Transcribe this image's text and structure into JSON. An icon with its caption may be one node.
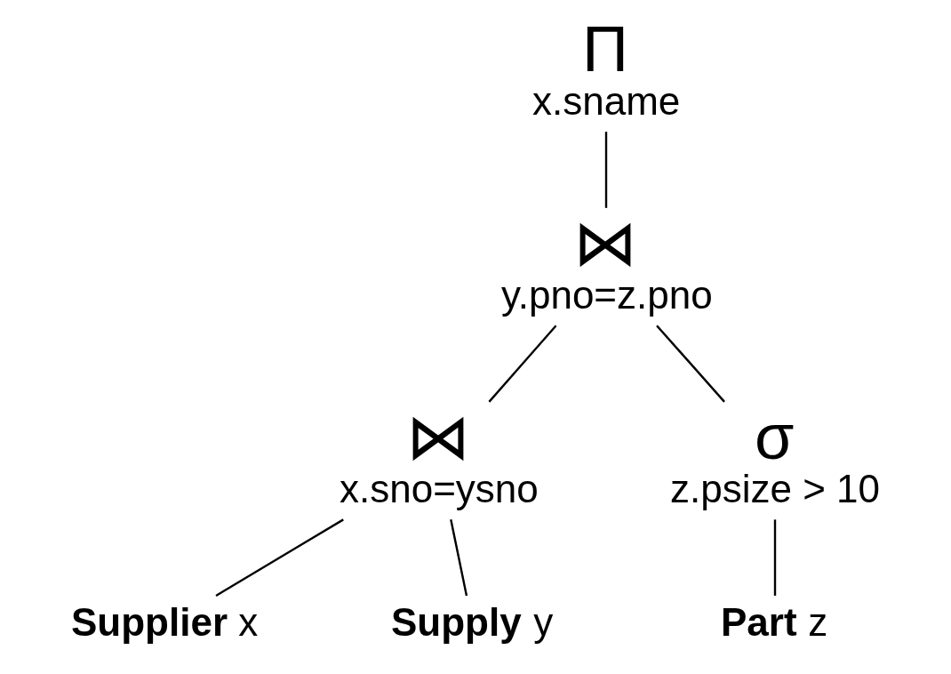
{
  "diagram": {
    "nodes": [
      {
        "text": [
          "Π",
          "x.sname"
        ]
      },
      {
        "text": [
          "⋈",
          "y.pno=z.pno"
        ]
      },
      {
        "text": [
          "⋈",
          "x.sno=ysno"
        ]
      },
      {
        "text": [
          "σ",
          "z.psize > 10"
        ]
      },
      {
        "text": [
          "**Supplier** x"
        ]
      },
      {
        "text": [
          "**Supply** y"
        ]
      },
      {
        "text": [
          "**Part** z"
        ]
      }
    ],
    "edges": [
      {
        "from": 0,
        "to": 1,
        "arrow": "none"
      },
      {
        "from": 1,
        "to": 2,
        "arrow": "none"
      },
      {
        "from": 1,
        "to": 3,
        "arrow": "none"
      },
      {
        "from": 2,
        "to": 4,
        "arrow": "none"
      },
      {
        "from": 2,
        "to": 5,
        "arrow": "none"
      },
      {
        "from": 3,
        "to": 6,
        "arrow": "none"
      }
    ]
  }
}
